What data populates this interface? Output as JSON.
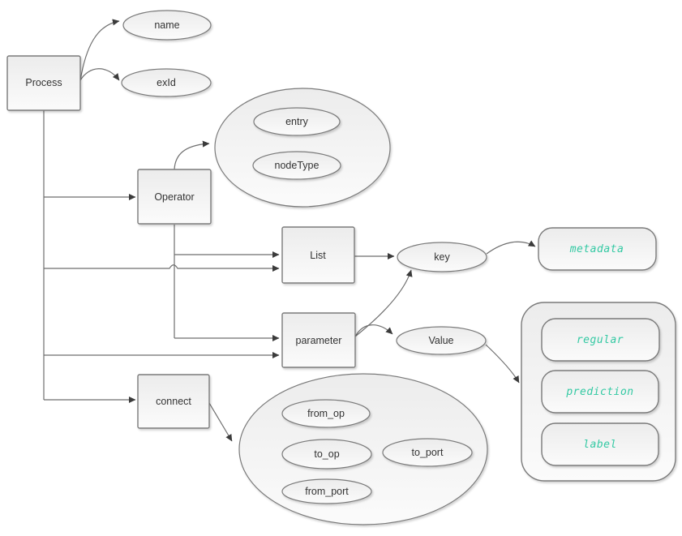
{
  "colors": {
    "background": "#ffffff",
    "node_stroke": "#7a7a7a",
    "connector": "#6e6e6e",
    "arrowhead": "#3b3b3b",
    "text": "#333333",
    "accent_text": "#33c9a3"
  },
  "nodes": {
    "process": "Process",
    "name_attribute": "name",
    "ex_id": "exId",
    "operator": "Operator",
    "entry": "entry",
    "node_type": "nodeType",
    "list": "List",
    "key": "key",
    "parameter": "parameter",
    "value": "Value",
    "metadata": "metadata",
    "regular": "regular",
    "prediction": "prediction",
    "label": "label",
    "connect": "connect",
    "from_op": "from_op",
    "to_op": "to_op",
    "to_port": "to_port",
    "from_port": "from_port"
  }
}
